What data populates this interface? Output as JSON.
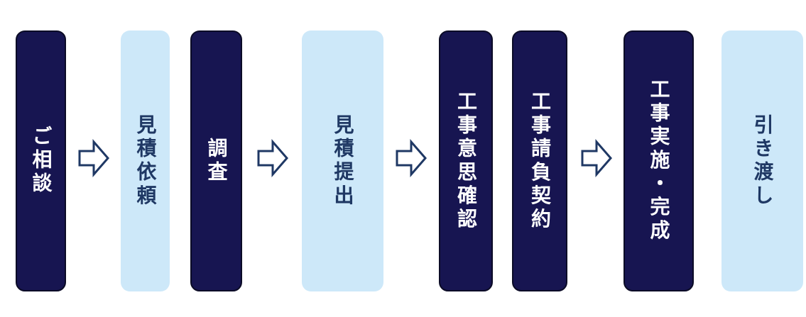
{
  "diagram": {
    "type": "process-flow",
    "orientation": "left-to-right",
    "steps": [
      {
        "label": "ご相談",
        "variant": "navy",
        "arrow_after": true
      },
      {
        "label": "見積依頼",
        "variant": "light",
        "arrow_after": false
      },
      {
        "label": "調査",
        "variant": "navy",
        "arrow_after": true
      },
      {
        "label": "見積提出",
        "variant": "light",
        "arrow_after": true
      },
      {
        "label": "工事意思確認",
        "variant": "navy",
        "arrow_after": false
      },
      {
        "label": "工事請負契約",
        "variant": "navy",
        "arrow_after": true
      },
      {
        "label": "工事実施・完成",
        "variant": "navy",
        "arrow_after": false
      },
      {
        "label": "引き渡し",
        "variant": "light",
        "arrow_after": false
      }
    ],
    "arrow_icon": "right-block-arrow",
    "colors": {
      "navy_fill": "#171551",
      "navy_border": "#0b0b26",
      "navy_text": "#ffffff",
      "light_fill": "#cde8f9",
      "light_text": "#1f3864",
      "arrow_outline": "#1f3864",
      "arrow_fill": "#ffffff",
      "background": "#ffffff"
    }
  }
}
